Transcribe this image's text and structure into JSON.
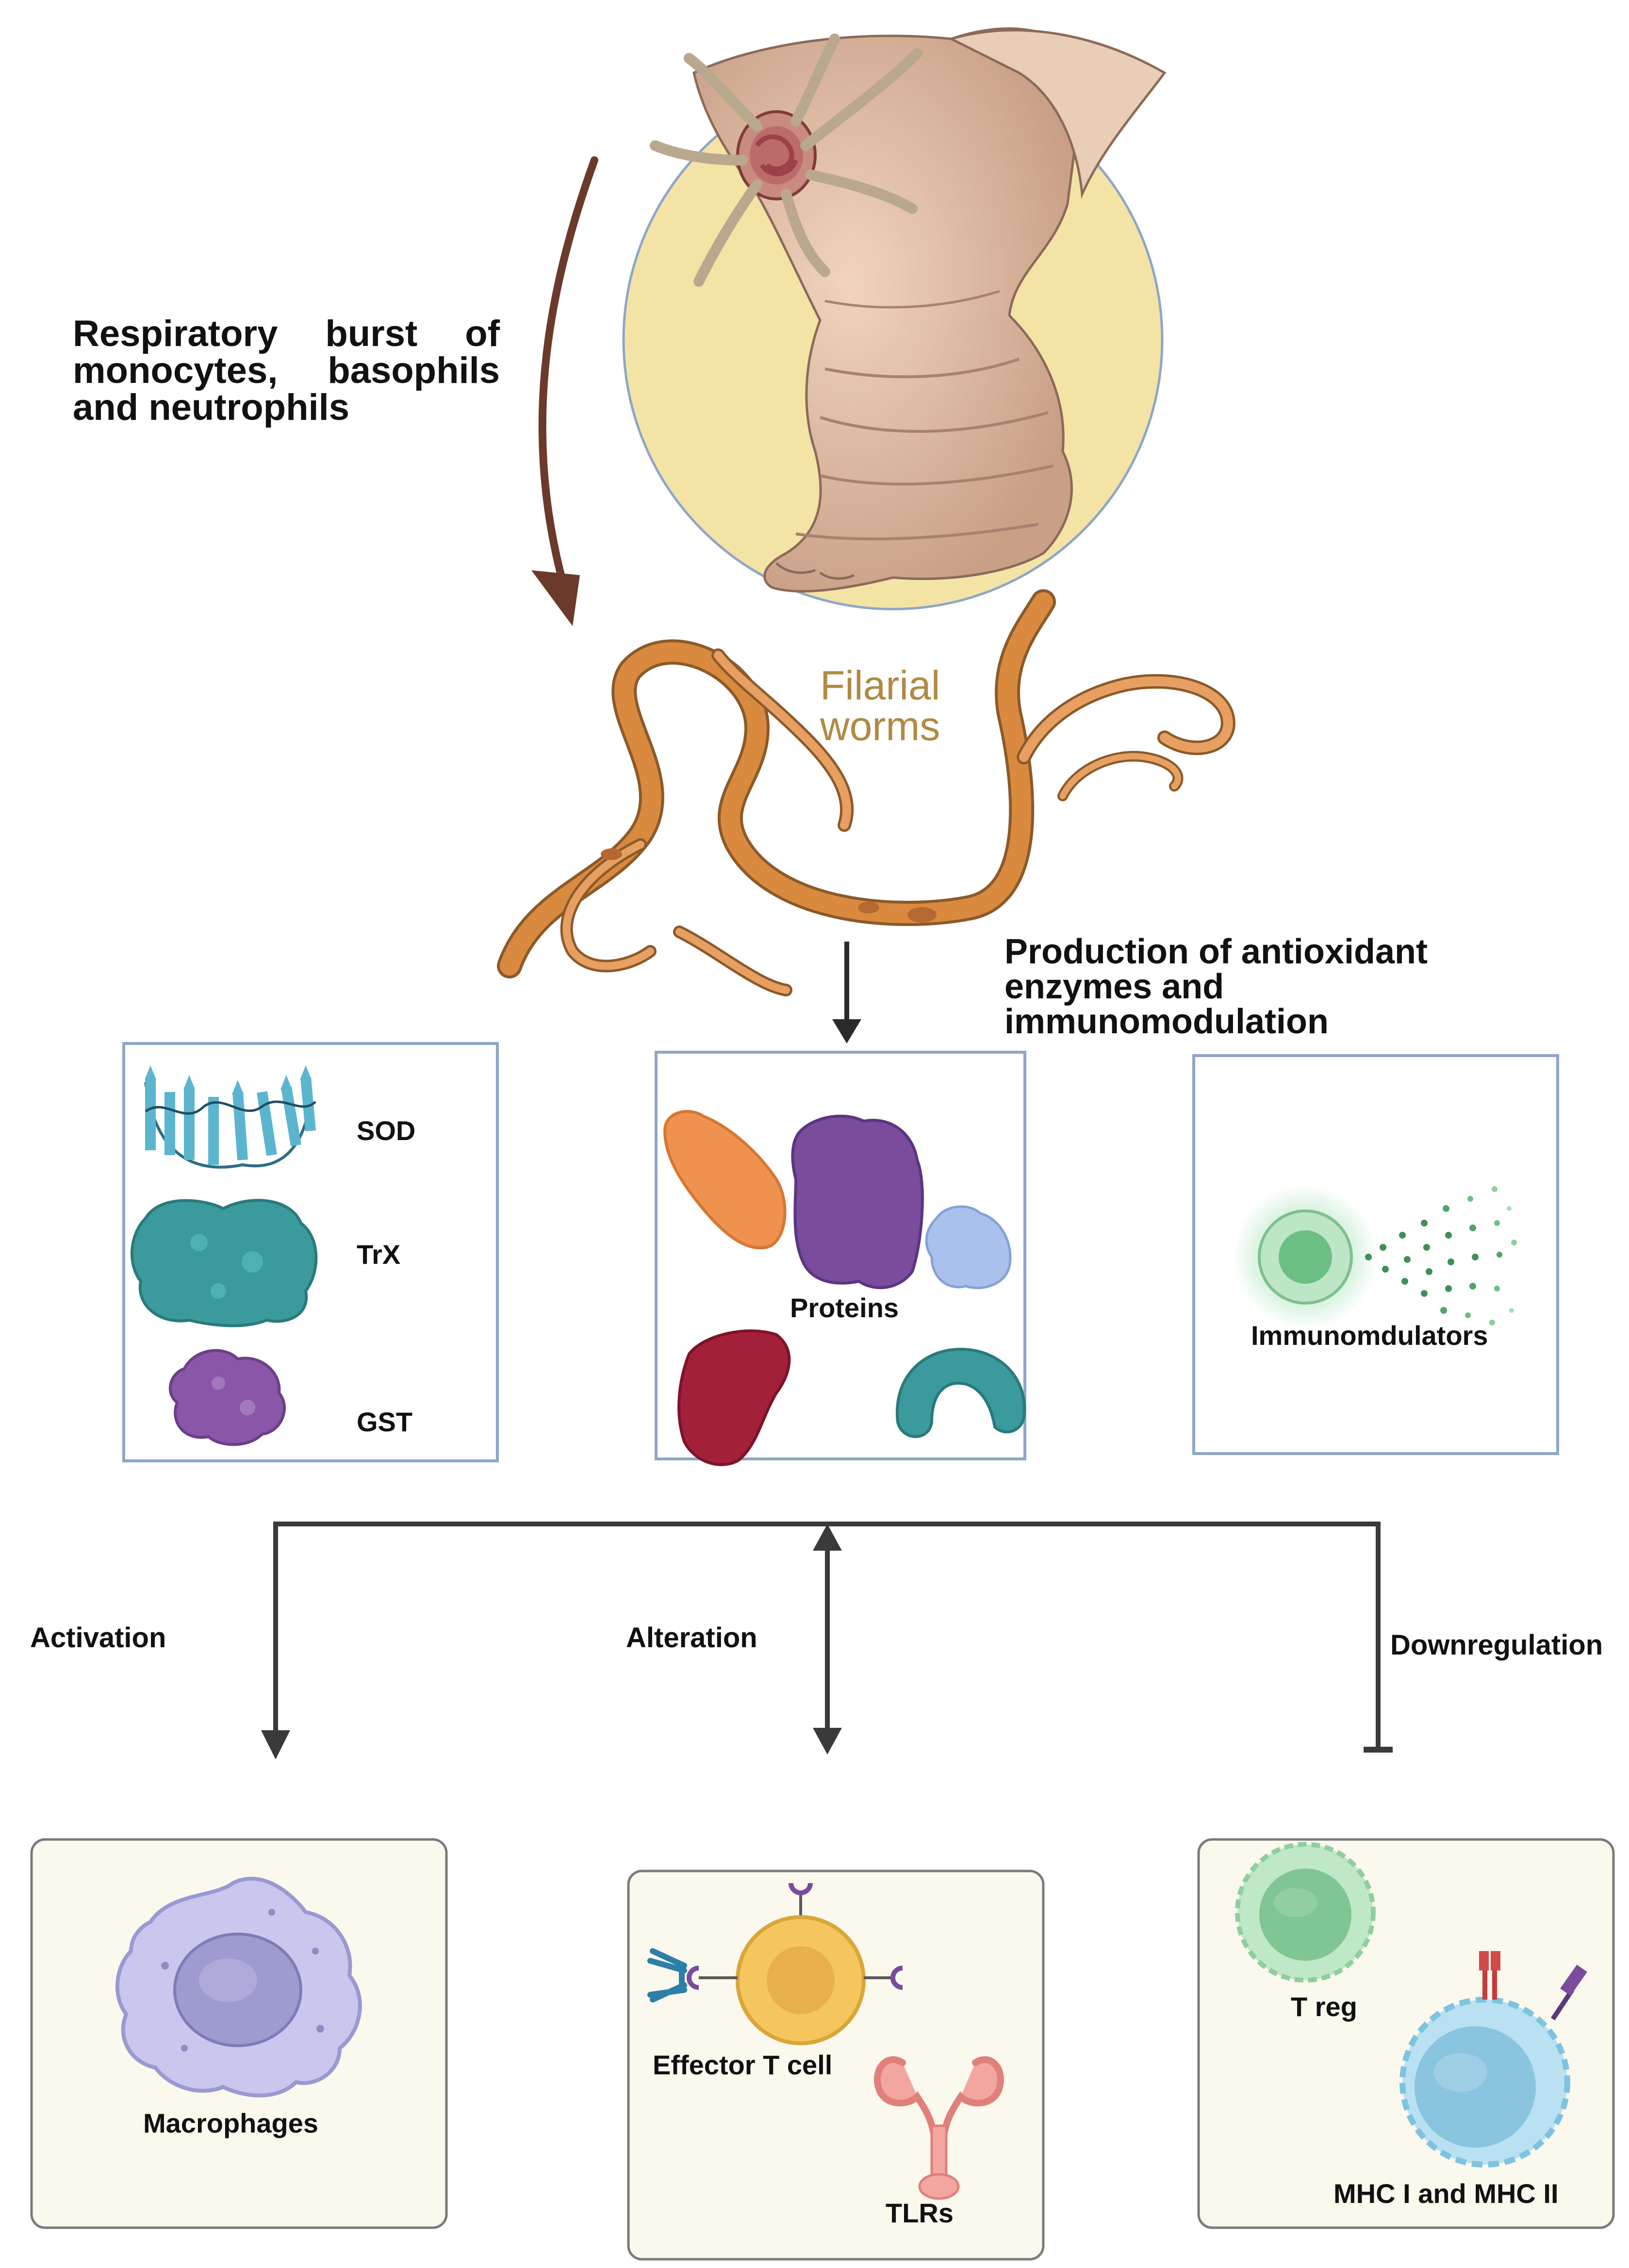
{
  "colors": {
    "arrow_brown": "#6b3a2a",
    "arrow_gray": "#3a3a3a",
    "box_border": "#8ea6c8",
    "panel_fill": "#fbf8ee",
    "panel_border": "#7a7a7a",
    "limb_circle": "#f3e4a6",
    "worm": "#d98a3f",
    "worm_label": "#b08a43",
    "protein_orange": "#f0924f",
    "protein_purple": "#7a4c9c",
    "protein_lightblue": "#a9c1ec",
    "protein_red": "#a3203a",
    "protein_teal": "#3b9a9c",
    "sod_blue": "#5bb5cf",
    "treg_green": "#8fd4a0",
    "macrophage": "#b7b5e3",
    "effector_yellow": "#f5c65e",
    "mhc_cell_blue": "#9fd3ea",
    "tlr_pink": "#f2a6a0"
  },
  "labels": {
    "respiratory_burst": [
      "Respiratory burst of",
      "monocytes, basophils",
      "and neutrophils"
    ],
    "filarial_worms": [
      "Filarial",
      "worms"
    ],
    "production": [
      "Production of antioxidant",
      "enzymes and",
      "immunomodulation"
    ],
    "sod": "SOD",
    "trx": "TrX",
    "gst": "GST",
    "proteins": "Proteins",
    "immunomodulators": "Immunomdulators",
    "activation": "Activation",
    "alteration": "Alteration",
    "downregulation": "Downregulation",
    "macrophages": "Macrophages",
    "effector_t_cell": "Effector T cell",
    "tlrs": "TLRs",
    "t_reg": "T reg",
    "mhc": "MHC I and MHC II"
  },
  "icons": [
    "elephantiasis-limb-illustration",
    "filarial-worm-illustration",
    "sod-beta-sheet-icon",
    "trx-protein-blob-icon",
    "gst-protein-blob-icon",
    "protein-blob-icon",
    "immunomodulator-cell-icon",
    "macrophage-cell-icon",
    "effector-t-cell-icon",
    "tlr-receptor-icon",
    "treg-cell-icon",
    "mhc-cell-icon"
  ]
}
